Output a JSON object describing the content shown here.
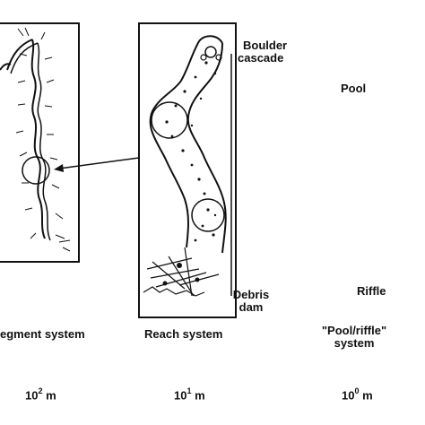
{
  "labels": {
    "segment_system": "egment system",
    "reach_system": "Reach system",
    "pool_riffle_system_line1": "\"Pool/riffle\"",
    "pool_riffle_system_line2": "system",
    "boulder_cascade_line1": "Boulder",
    "boulder_cascade_line2": "cascade",
    "debris_dam_line1": "Debris",
    "debris_dam_line2": "dam",
    "pool": "Pool",
    "riffle": "Riffle"
  },
  "scales": {
    "segment": {
      "base": "10",
      "exp": "2",
      "unit": "m"
    },
    "reach": {
      "base": "10",
      "exp": "1",
      "unit": "m"
    },
    "pool_riffle": {
      "base": "10",
      "exp": "0",
      "unit": "m"
    }
  }
}
